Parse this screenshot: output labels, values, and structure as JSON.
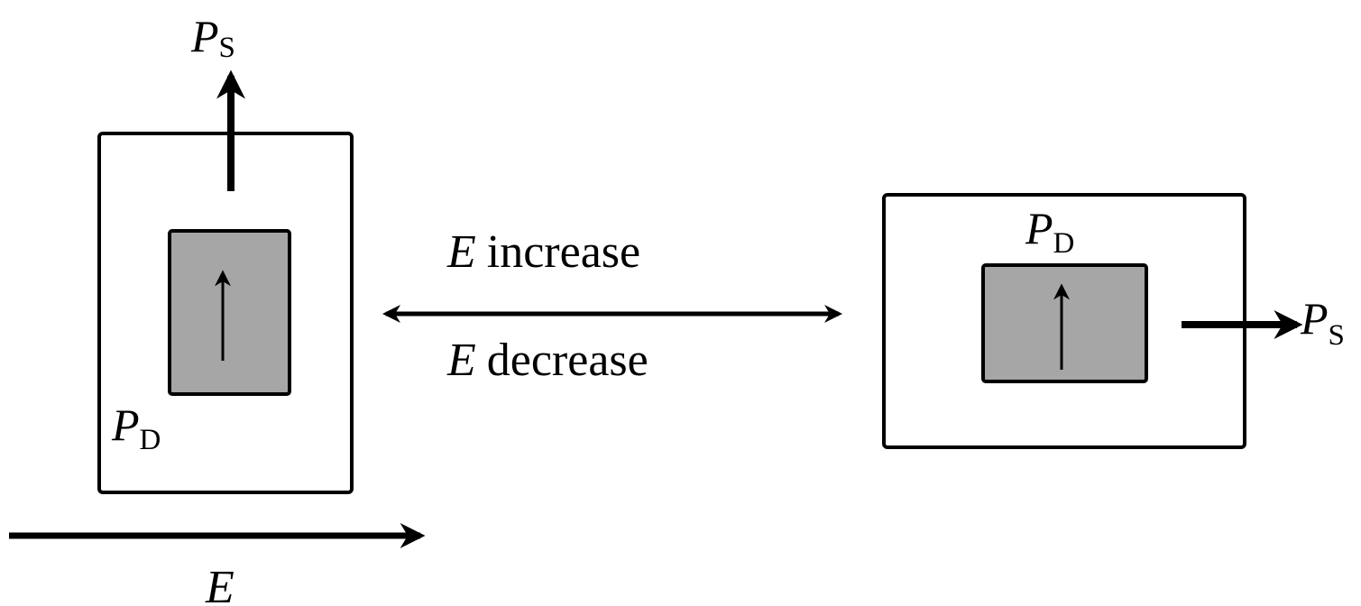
{
  "labels": {
    "left_ps_symbol": "P",
    "left_ps_sub": "S",
    "left_pd_symbol": "P",
    "left_pd_sub": "D",
    "right_pd_symbol": "P",
    "right_pd_sub": "D",
    "right_ps_symbol": "P",
    "right_ps_sub": "S",
    "increase_symbol": "E",
    "increase_text": "increase",
    "decrease_symbol": "E",
    "decrease_text": "decrease",
    "field_symbol": "E"
  },
  "colors": {
    "stroke": "#000000",
    "inner_fill": "#a6a6a6",
    "background": "#ffffff"
  }
}
